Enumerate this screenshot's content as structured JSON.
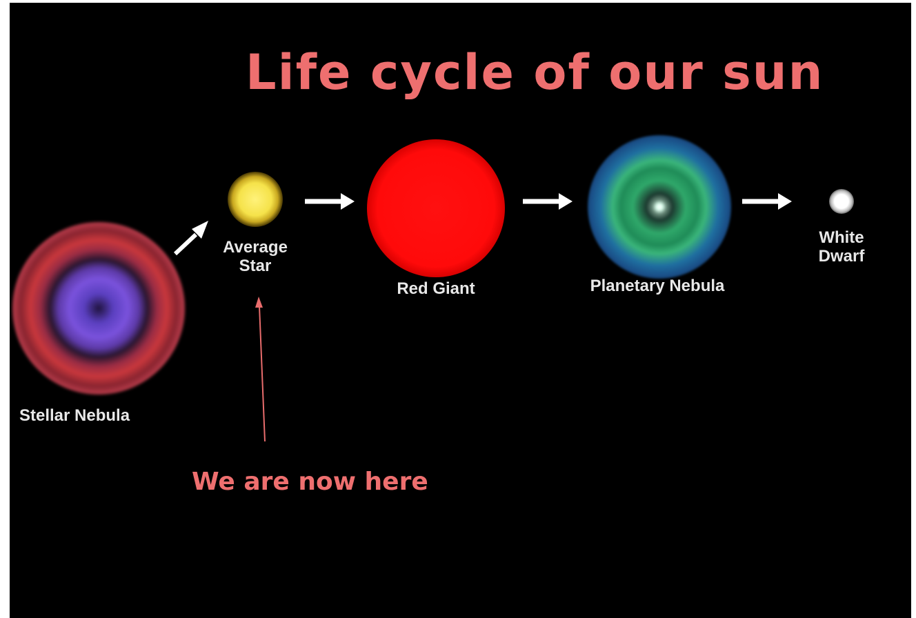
{
  "title": "Life cycle of our sun",
  "stages": [
    {
      "id": "stellar-nebula",
      "label": "Stellar Nebula"
    },
    {
      "id": "average-star",
      "label_line1": "Average",
      "label_line2": "Star"
    },
    {
      "id": "red-giant",
      "label": "Red Giant"
    },
    {
      "id": "planetary-nebula",
      "label": "Planetary Nebula"
    },
    {
      "id": "white-dwarf",
      "label_line1": "White",
      "label_line2": "Dwarf"
    }
  ],
  "annotation": "We are now here",
  "colors": {
    "background": "#000000",
    "title": "#ee6f6f",
    "annotation": "#ee6f6f",
    "label": "#e8e8e8",
    "arrow": "#ffffff",
    "pointer": "#e86c6c",
    "average_star": "#f5e24a",
    "red_giant": "#ff0a0a",
    "planetary_nebula": "#2fa86a",
    "stellar_nebula_core": "#7a4fd8",
    "stellar_nebula_ring": "#c8373c",
    "white_dwarf": "#ffffff"
  }
}
